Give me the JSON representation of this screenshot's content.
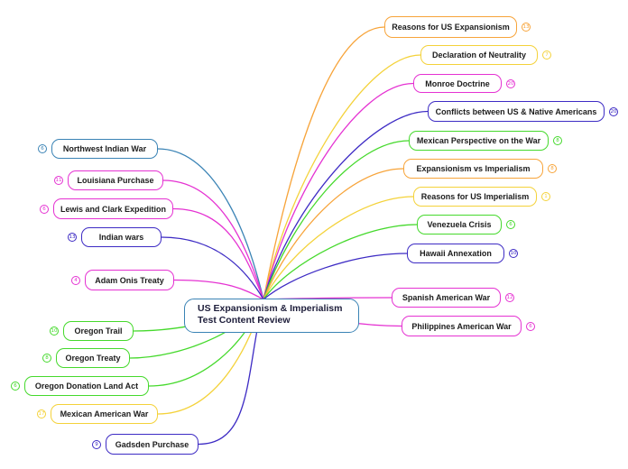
{
  "central_topic": {
    "line1": "US Expansionism & Imperialism",
    "line2": "Test Content Review"
  },
  "topics": [
    {
      "key": "reasons-for-us-expansionism",
      "label": "Reasons for US Expansionism",
      "badge": "13",
      "color": "#f7a43a"
    },
    {
      "key": "declaration-of-neutrality",
      "label": "Declaration of Neutrality",
      "badge": "7",
      "color": "#f4d23a"
    },
    {
      "key": "monroe-doctrine",
      "label": "Monroe Doctrine",
      "badge": "20",
      "color": "#e532d2"
    },
    {
      "key": "conflicts-between-us-native-americans",
      "label": "Conflicts between US & Native Americans",
      "badge": "20",
      "color": "#3d2bc4"
    },
    {
      "key": "mexican-perspective-on-the-war",
      "label": "Mexican Perspective on the War",
      "badge": "8",
      "color": "#45d92c"
    },
    {
      "key": "expansionism-vs-imperialism",
      "label": "Expansionism vs Imperialism",
      "badge": "8",
      "color": "#f7a43a"
    },
    {
      "key": "reasons-for-us-imperialism",
      "label": "Reasons for US Imperialism",
      "badge": "1",
      "color": "#f4d23a"
    },
    {
      "key": "venezuela-crisis",
      "label": "Venezuela Crisis",
      "badge": "6",
      "color": "#45d92c"
    },
    {
      "key": "hawaii-annexation",
      "label": "Hawaii Annexation",
      "badge": "10",
      "color": "#3d2bc4"
    },
    {
      "key": "spanish-american-war",
      "label": "Spanish American War",
      "badge": "12",
      "color": "#e532d2"
    },
    {
      "key": "philippines-american-war",
      "label": "Philippines American War",
      "badge": "6",
      "color": "#e532d2"
    },
    {
      "key": "northwest-indian-war",
      "label": "Northwest Indian War",
      "badge": "6",
      "color": "#3a83b5"
    },
    {
      "key": "louisiana-purchase",
      "label": "Louisiana Purchase",
      "badge": "11",
      "color": "#e532d2"
    },
    {
      "key": "lewis-and-clark-expedition",
      "label": "Lewis and Clark Expedition",
      "badge": "6",
      "color": "#e532d2"
    },
    {
      "key": "indian-wars",
      "label": "Indian wars",
      "badge": "13",
      "color": "#3d2bc4"
    },
    {
      "key": "adam-onis-treaty",
      "label": "Adam Onis Treaty",
      "badge": "4",
      "color": "#e532d2"
    },
    {
      "key": "oregon-trail",
      "label": "Oregon Trail",
      "badge": "10",
      "color": "#45d92c"
    },
    {
      "key": "oregon-treaty",
      "label": "Oregon Treaty",
      "badge": "8",
      "color": "#45d92c"
    },
    {
      "key": "oregon-donation-land-act",
      "label": "Oregon Donation Land Act",
      "badge": "6",
      "color": "#45d92c"
    },
    {
      "key": "mexican-american-war",
      "label": "Mexican American War",
      "badge": "17",
      "color": "#f4d23a"
    },
    {
      "key": "gadsden-purchase",
      "label": "Gadsden Purchase",
      "badge": "9",
      "color": "#3d2bc4"
    }
  ]
}
